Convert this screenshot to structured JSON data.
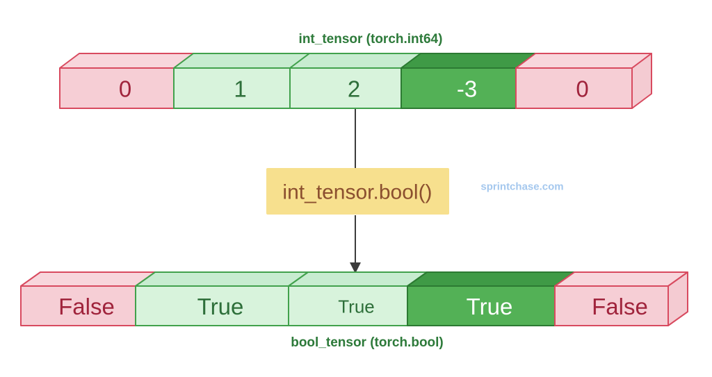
{
  "colors": {
    "label": "#2d7a3a",
    "arrow": "#3b3b3b",
    "operation_bg": "#f7e08e",
    "operation_text": "#8b4f2f",
    "watermark": "#a5c8ee"
  },
  "cell_styles": {
    "pink": {
      "front": "#f6ced5",
      "top": "#f8d6dc",
      "side": "#f4cbd2",
      "border": "#d84a5f",
      "text": "#a0243c"
    },
    "lightgreen": {
      "front": "#d8f3dc",
      "top": "#c7ecd0",
      "side": "#c7ecd0",
      "border": "#41a14c",
      "text": "#2e6f3a"
    },
    "green": {
      "front": "#53b156",
      "top": "#3f9a46",
      "side": "#3f9a46",
      "border": "#2c7a32",
      "text": "#ffffff"
    }
  },
  "top_tensor": {
    "label": "int_tensor (torch.int64)",
    "dtype": "torch.int64",
    "values": [
      0,
      1,
      2,
      -3,
      0
    ],
    "cells": [
      {
        "text": "0",
        "style": "pink",
        "font": 33
      },
      {
        "text": "1",
        "style": "lightgreen",
        "font": 33
      },
      {
        "text": "2",
        "style": "lightgreen",
        "font": 33
      },
      {
        "text": "-3",
        "style": "green",
        "font": 33
      },
      {
        "text": "0",
        "style": "pink",
        "font": 33
      }
    ]
  },
  "operation": {
    "label": "int_tensor.bool()"
  },
  "watermark": {
    "text": "sprintchase.com"
  },
  "bottom_tensor": {
    "label": "bool_tensor (torch.bool)",
    "dtype": "torch.bool",
    "values": [
      "False",
      "True",
      "True",
      "True",
      "False"
    ],
    "cells": [
      {
        "text": "False",
        "style": "pink",
        "font": 33
      },
      {
        "text": "True",
        "style": "lightgreen",
        "font": 33
      },
      {
        "text": "True",
        "style": "lightgreen",
        "font": 26
      },
      {
        "text": "True",
        "style": "green",
        "font": 33
      },
      {
        "text": "False",
        "style": "pink",
        "font": 33
      }
    ]
  }
}
